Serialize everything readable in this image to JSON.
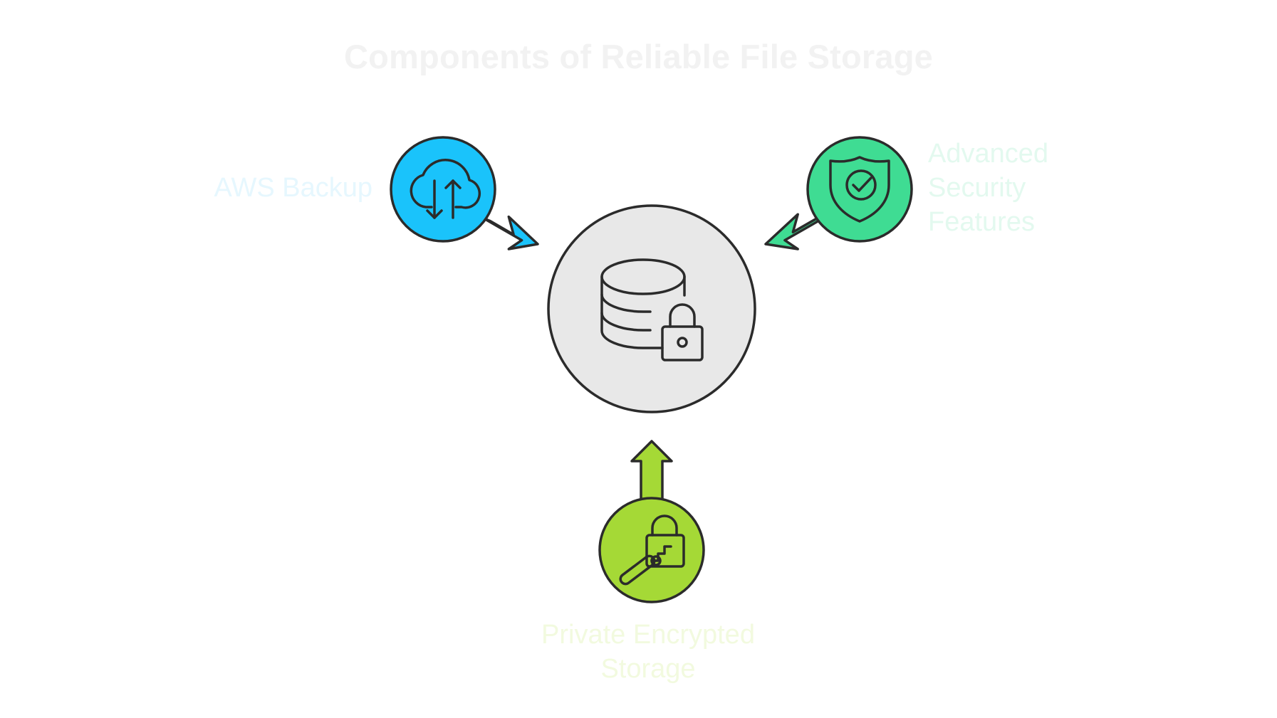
{
  "title": "Components of Reliable File Storage",
  "center": {
    "icon": "database-lock-icon",
    "fill": "#e8e8e8"
  },
  "nodes": {
    "aws_backup": {
      "label": "AWS Backup",
      "icon": "cloud-sync-icon",
      "color": "#1ac3fb"
    },
    "advanced_security": {
      "label_lines": [
        "Advanced",
        "Security",
        "Features"
      ],
      "icon": "shield-check-icon",
      "color": "#3fdc93"
    },
    "private_storage": {
      "label_lines": [
        "Private Encrypted",
        "Storage"
      ],
      "icon": "key-unlock-icon",
      "color": "#a5d936"
    }
  },
  "colors": {
    "outline": "#2b2b2b",
    "title": "#f2f2f2"
  }
}
